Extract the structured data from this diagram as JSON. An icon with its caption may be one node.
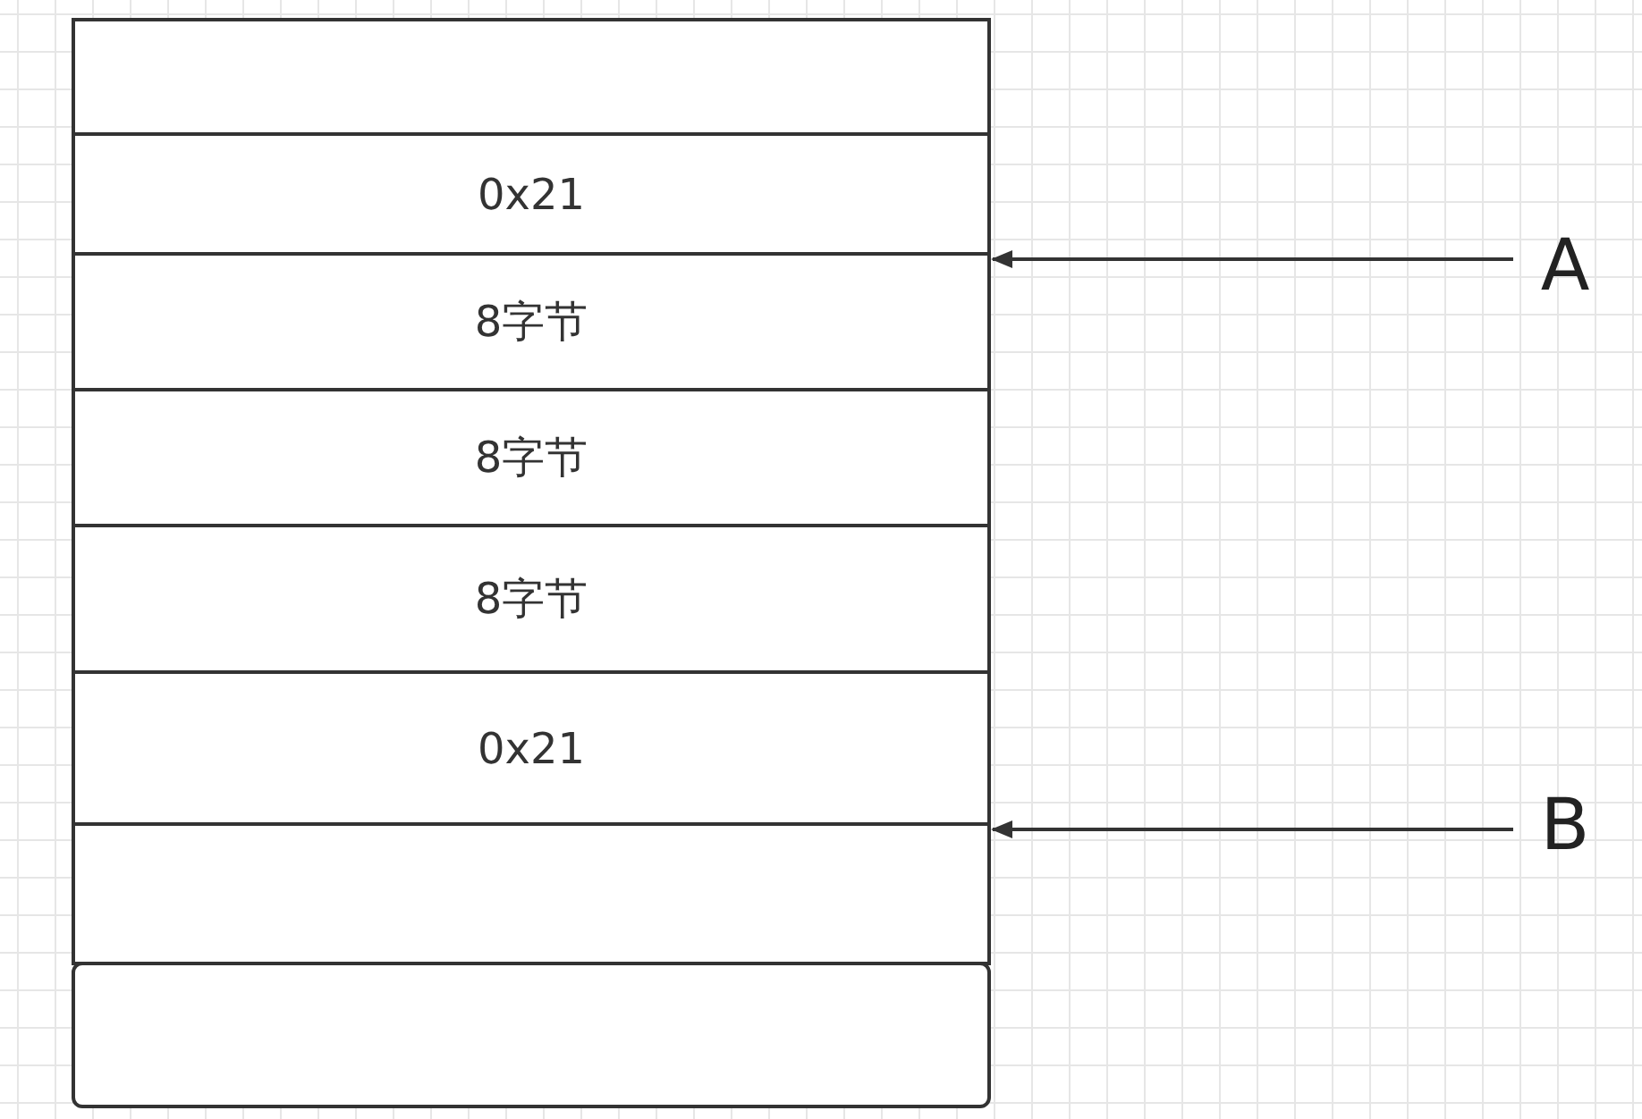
{
  "diagram": {
    "nodes": [
      {
        "text": [],
        "shape": "box"
      },
      {
        "text": [
          "0x21"
        ]
      },
      {
        "text": [
          "8字节"
        ]
      },
      {
        "text": [
          "8字节"
        ]
      },
      {
        "text": [
          "8字节"
        ]
      },
      {
        "text": [
          "0x21"
        ]
      },
      {
        "text": [],
        "shape": "box"
      },
      {
        "text": [],
        "shape": "box"
      },
      {
        "text": [
          "A"
        ]
      },
      {
        "text": [
          "B"
        ]
      }
    ],
    "edges": [
      {
        "from": 8,
        "to": 2,
        "arrow": "to"
      },
      {
        "from": 9,
        "to": 6,
        "arrow": "to"
      }
    ]
  }
}
